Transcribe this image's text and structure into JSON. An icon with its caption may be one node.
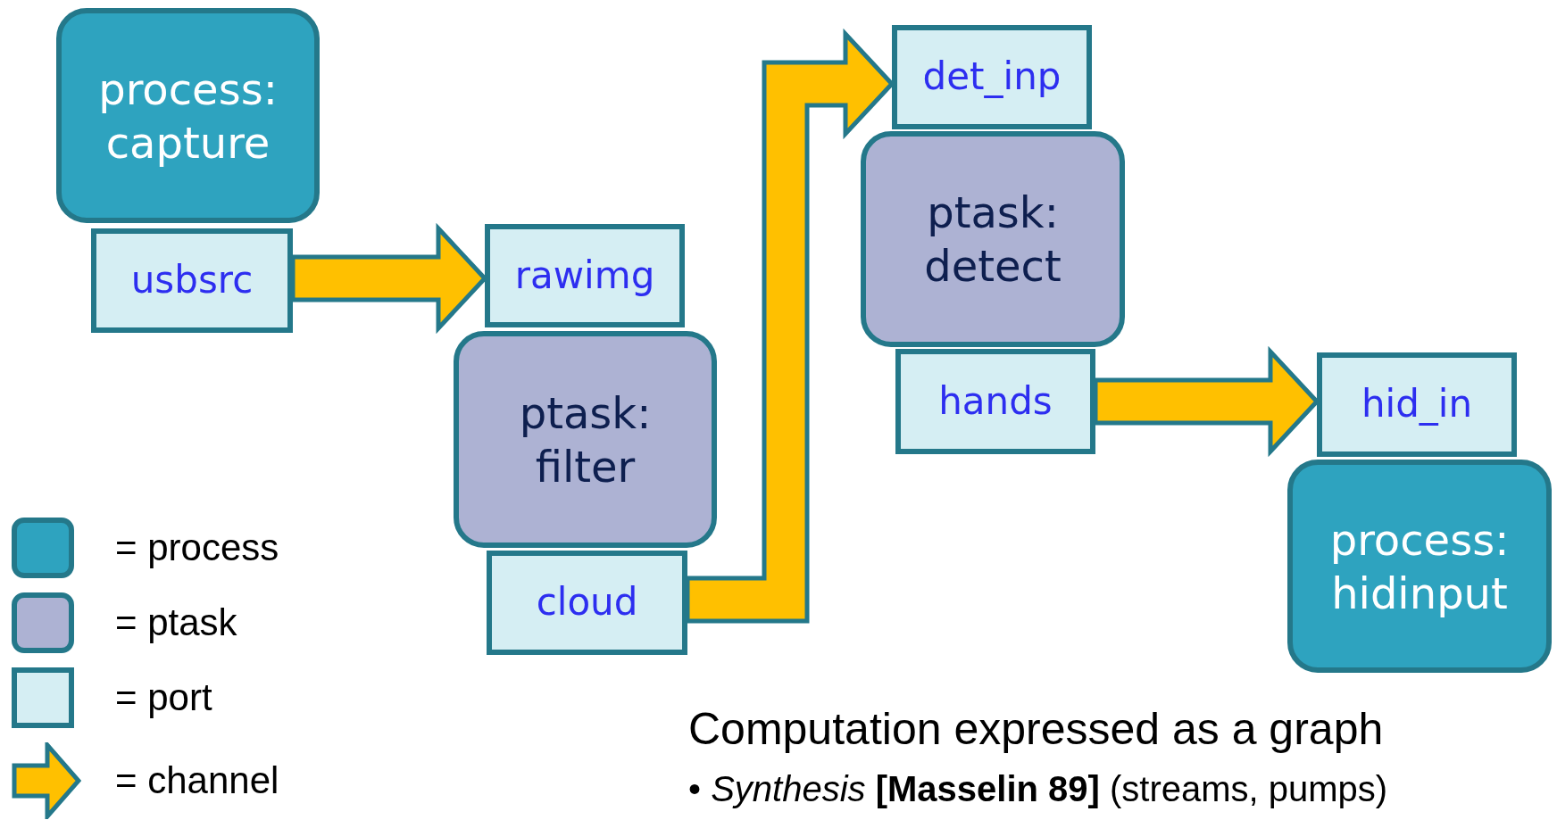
{
  "diagram": {
    "nodes": [
      {
        "text": [
          "process: capture"
        ]
      },
      {
        "text": [
          "usbsrc"
        ]
      },
      {
        "text": [
          "rawimg"
        ]
      },
      {
        "text": [
          "ptask: filter"
        ]
      },
      {
        "text": [
          "cloud"
        ]
      },
      {
        "text": [
          "det_inp"
        ]
      },
      {
        "text": [
          "ptask: detect"
        ]
      },
      {
        "text": [
          "hands"
        ]
      },
      {
        "text": [
          "hid_in"
        ]
      },
      {
        "text": [
          "process: hidinput"
        ]
      }
    ],
    "edges": [
      {
        "from": 1,
        "to": 2,
        "arrow": "to"
      },
      {
        "from": 4,
        "to": 5,
        "arrow": "to"
      },
      {
        "from": 7,
        "to": 8,
        "arrow": "to"
      }
    ],
    "labels": [
      "Computation expressed as a graph",
      "• *Synthesis* **[Masselin 89]** (streams, pumps)"
    ],
    "legend": [
      {
        "text": "= process",
        "color": "#2ea3bf"
      },
      {
        "text": "= ptask",
        "color": "#adb2d3"
      },
      {
        "text": "= port",
        "color": "#d5eef3"
      },
      {
        "text": "= channel"
      }
    ]
  }
}
